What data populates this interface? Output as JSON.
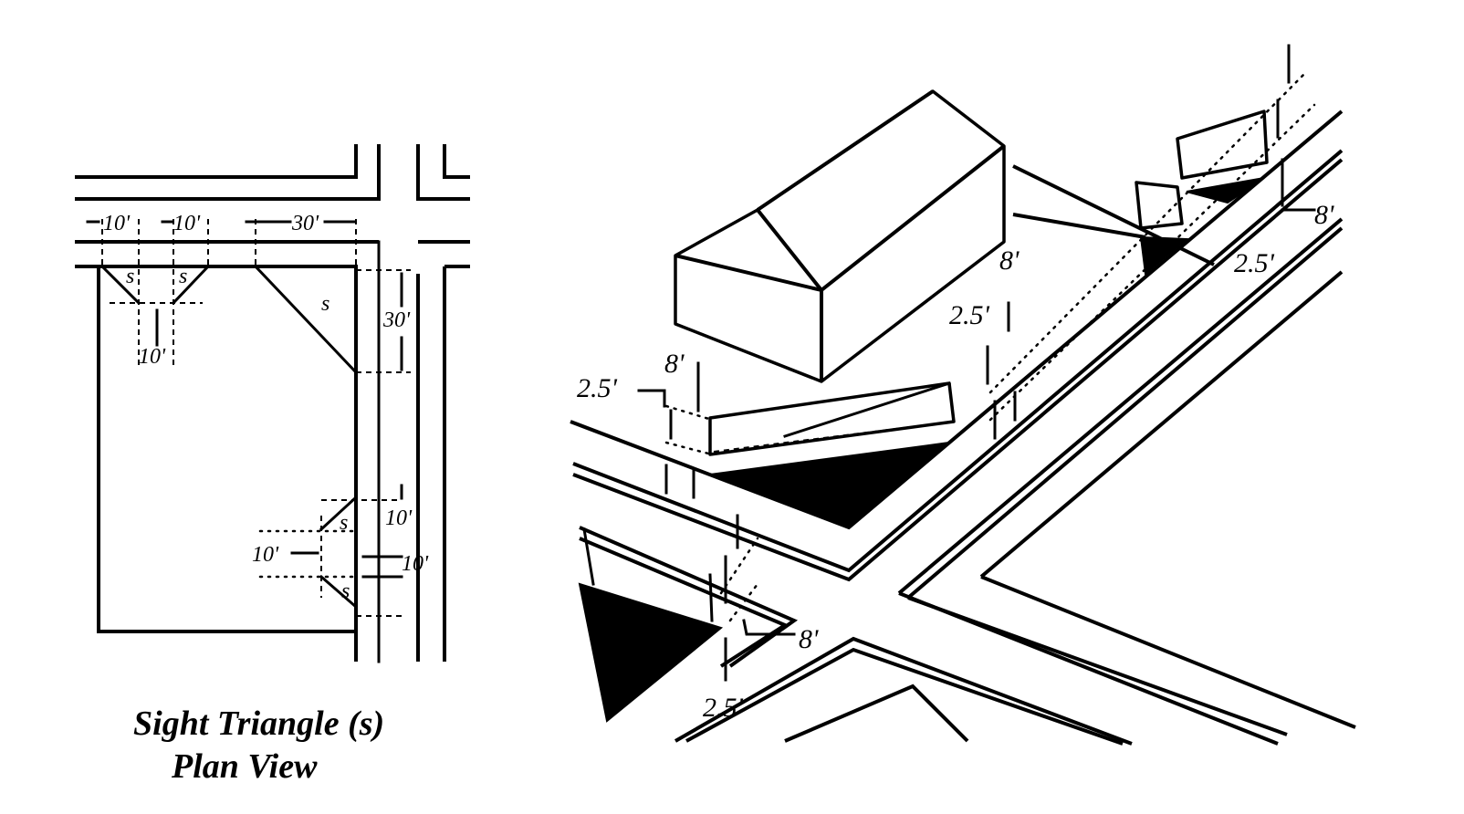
{
  "plan_view": {
    "caption_line1": "Sight Triangle (s)",
    "caption_line2": "Plan View",
    "labels": [
      "10'",
      "10'",
      "30'",
      "s",
      "s",
      "s",
      "30'",
      "10'",
      "10'",
      "s",
      "10'",
      "10'",
      "s"
    ]
  },
  "isometric_view": {
    "labels": [
      "8'",
      "2.5'",
      "8'",
      "2.5'",
      "8'",
      "2.5'",
      "8'",
      "2.5'"
    ]
  }
}
